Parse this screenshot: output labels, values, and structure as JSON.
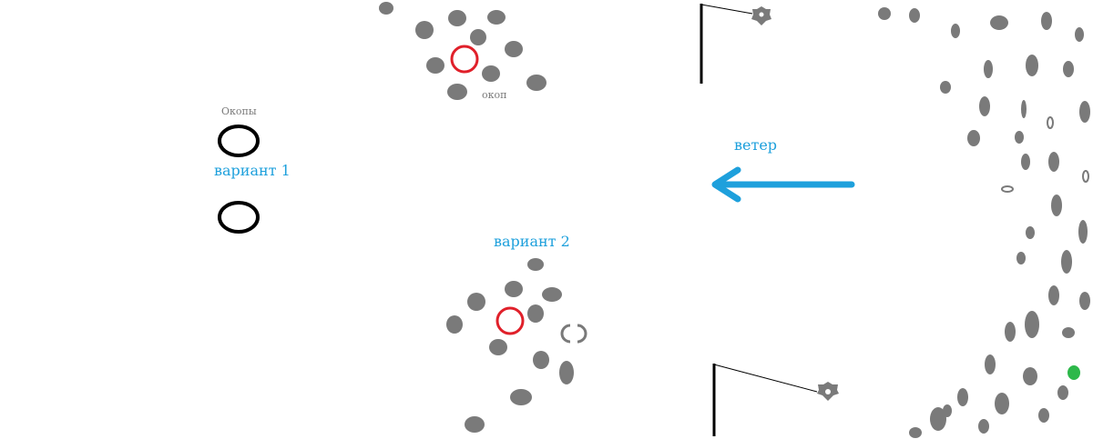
{
  "labels": {
    "trenches": "Окопы",
    "trench": "окоп",
    "variant1": "вариант 1",
    "variant2": "вариант 2",
    "wind": "ветер"
  },
  "colors": {
    "dot": "#7a7a7a",
    "target": "#e0202a",
    "trench_outline": "#000000",
    "wind_arrow": "#1ea0dc",
    "marker": "#2db84a"
  }
}
